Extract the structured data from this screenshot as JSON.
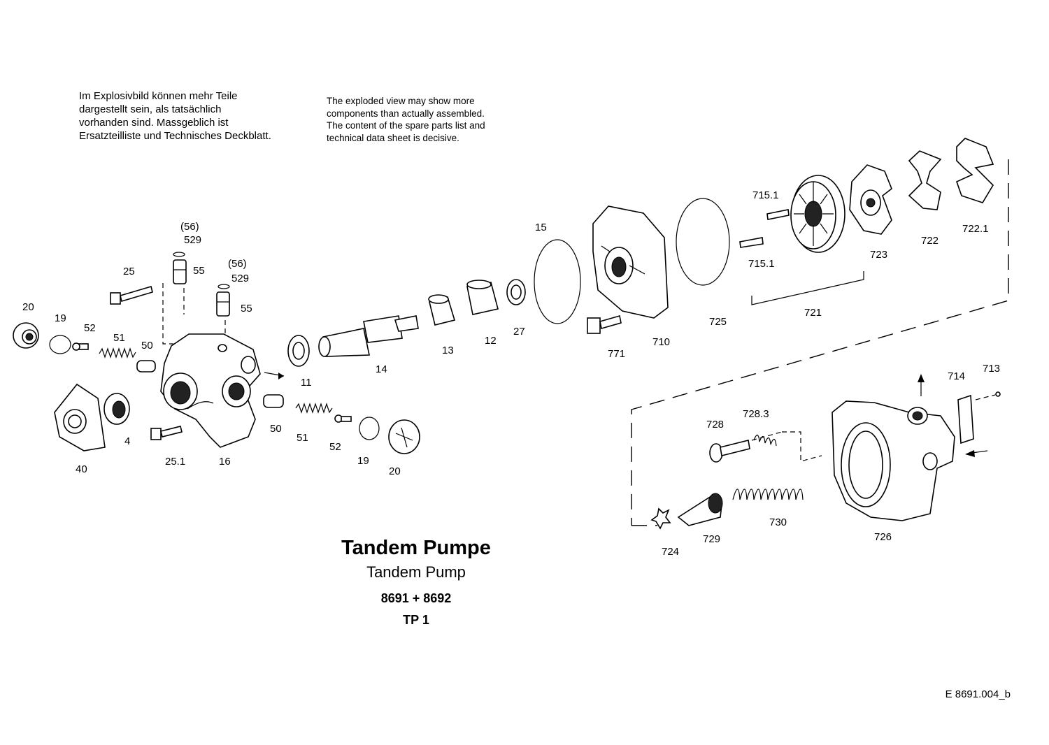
{
  "notes": {
    "de": "Im Explosivbild können mehr Teile\ndargestellt sein, als tatsächlich\nvorhanden sind. Massgeblich ist\nErsatzteilliste und Technisches Deckblatt.",
    "en": "The exploded view may show more\ncomponents than actually assembled.\nThe content of the spare parts list and\ntechnical data sheet is decisive."
  },
  "title": {
    "de": "Tandem Pumpe",
    "en": "Tandem Pump",
    "models": "8691 + 8692",
    "code": "TP 1"
  },
  "drawing_ref": "E  8691.004_b",
  "part_labels": [
    "20",
    "19",
    "52",
    "51",
    "50",
    "25",
    "(56)",
    "529",
    "55",
    "(56)",
    "529",
    "55",
    "40",
    "4",
    "25.1",
    "16",
    "50",
    "51",
    "52",
    "19",
    "20",
    "11",
    "14",
    "13",
    "12",
    "27",
    "15",
    "771",
    "710",
    "725",
    "715.1",
    "715.1",
    "723",
    "722",
    "722.1",
    "721",
    "728",
    "728.3",
    "714",
    "713",
    "724",
    "729",
    "730",
    "726"
  ]
}
